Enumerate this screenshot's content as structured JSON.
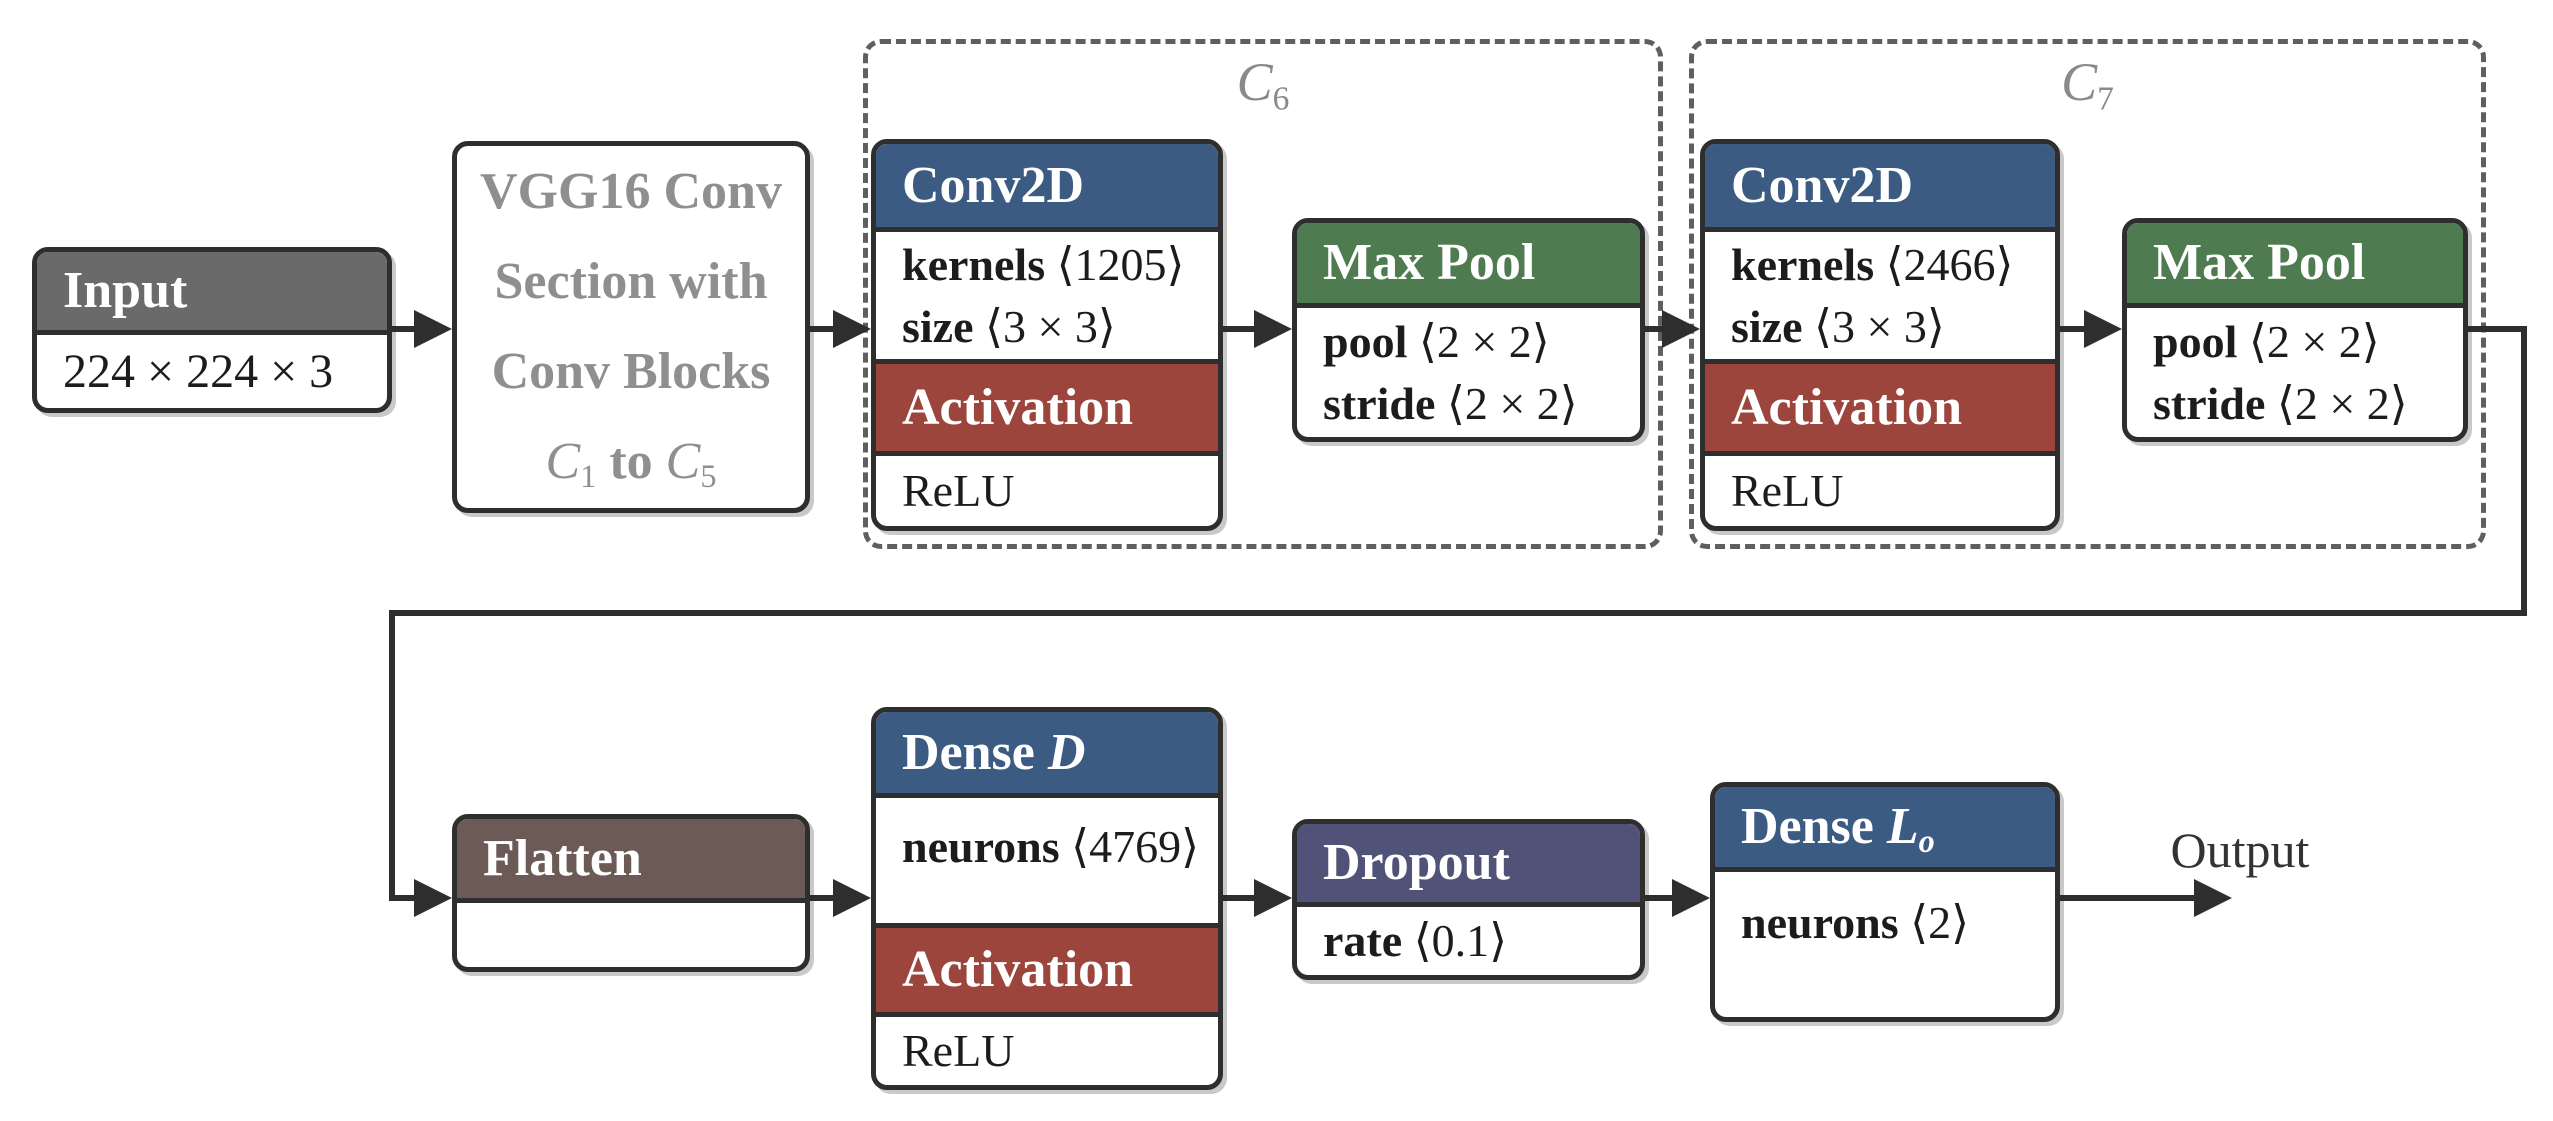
{
  "colors": {
    "background": "#FFFFFF",
    "node_border": "#2E2E2E",
    "arrow": "#2E2E2E",
    "dashed_border": "#5F5F5F",
    "header_blue": "#3B5B83",
    "header_green": "#4F7B50",
    "header_red": "#9C453D",
    "header_gray": "#6A6A6A",
    "header_brown": "#6B5A56",
    "header_purple": "#515278",
    "header_text": "#FFFFFF",
    "muted_text": "#8F8F91",
    "group_label_text": "#8A8A8A",
    "body_text": "#1C1C1C"
  },
  "nodes": {
    "input": {
      "title": "Input",
      "dims": "224 × 224 × 3"
    },
    "vgg16": {
      "line1": "VGG16 Conv",
      "line2": "Section with",
      "line3": "Conv Blocks",
      "range_c1": "C",
      "range_sub1": "1",
      "range_to": "to",
      "range_c2": "C",
      "range_sub2": "5"
    },
    "group_c6": {
      "label": "C",
      "sub": "6"
    },
    "group_c7": {
      "label": "C",
      "sub": "7"
    },
    "conv2d_c6": {
      "title": "Conv2D",
      "params": [
        {
          "key": "kernels",
          "value": "⟨1205⟩"
        },
        {
          "key": "size",
          "value": "⟨3 × 3⟩"
        }
      ],
      "activation_title": "Activation",
      "activation_fn": "ReLU"
    },
    "maxpool_c6": {
      "title": "Max Pool",
      "params": [
        {
          "key": "pool",
          "value": "⟨2 × 2⟩"
        },
        {
          "key": "stride",
          "value": "⟨2 × 2⟩"
        }
      ]
    },
    "conv2d_c7": {
      "title": "Conv2D",
      "params": [
        {
          "key": "kernels",
          "value": "⟨2466⟩"
        },
        {
          "key": "size",
          "value": "⟨3 × 3⟩"
        }
      ],
      "activation_title": "Activation",
      "activation_fn": "ReLU"
    },
    "maxpool_c7": {
      "title": "Max Pool",
      "params": [
        {
          "key": "pool",
          "value": "⟨2 × 2⟩"
        },
        {
          "key": "stride",
          "value": "⟨2 × 2⟩"
        }
      ]
    },
    "flatten": {
      "title": "Flatten"
    },
    "dense_d": {
      "title": "Dense",
      "title_var": "D",
      "params": [
        {
          "key": "neurons",
          "value": "⟨4769⟩"
        }
      ],
      "activation_title": "Activation",
      "activation_fn": "ReLU"
    },
    "dropout": {
      "title": "Dropout",
      "params": [
        {
          "key": "rate",
          "value": "⟨0.1⟩"
        }
      ]
    },
    "dense_lo": {
      "title": "Dense",
      "title_var": "L",
      "title_sub": "o",
      "params": [
        {
          "key": "neurons",
          "value": "⟨2⟩"
        }
      ]
    },
    "output_label": "Output"
  }
}
